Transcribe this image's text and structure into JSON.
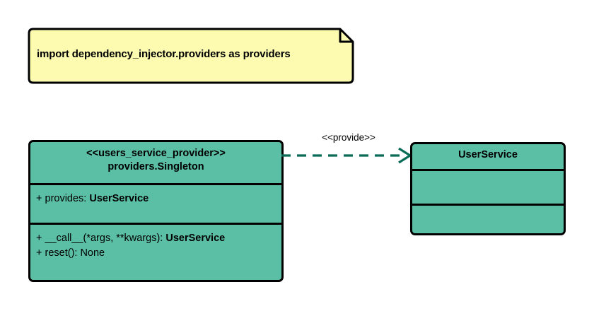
{
  "diagram": {
    "type": "uml-class-diagram",
    "background": "#ffffff",
    "colors": {
      "note_fill": "#fdfbb0",
      "class_fill": "#5bbfa6",
      "border": "#000000",
      "relation": "#0a6b56"
    }
  },
  "note": {
    "name": "import-note",
    "text": "import dependency_injector.providers as providers"
  },
  "provider_class": {
    "stereotype": "<<users_service_provider>>",
    "name": "providers.Singleton",
    "attributes": [
      {
        "visibility": "+",
        "label": "provides:",
        "type": "UserService"
      }
    ],
    "operations": [
      {
        "visibility": "+",
        "label": "__call__(*args, **kwargs):",
        "type": "UserService"
      },
      {
        "visibility": "+",
        "label": "reset(): None",
        "type": ""
      }
    ]
  },
  "service_class": {
    "name": "UserService",
    "attributes": [],
    "operations": []
  },
  "relation": {
    "stereotype": "<<provide>>",
    "line_style": "dashed",
    "arrow_head": "open",
    "source": "providers.Singleton",
    "target": "UserService"
  }
}
